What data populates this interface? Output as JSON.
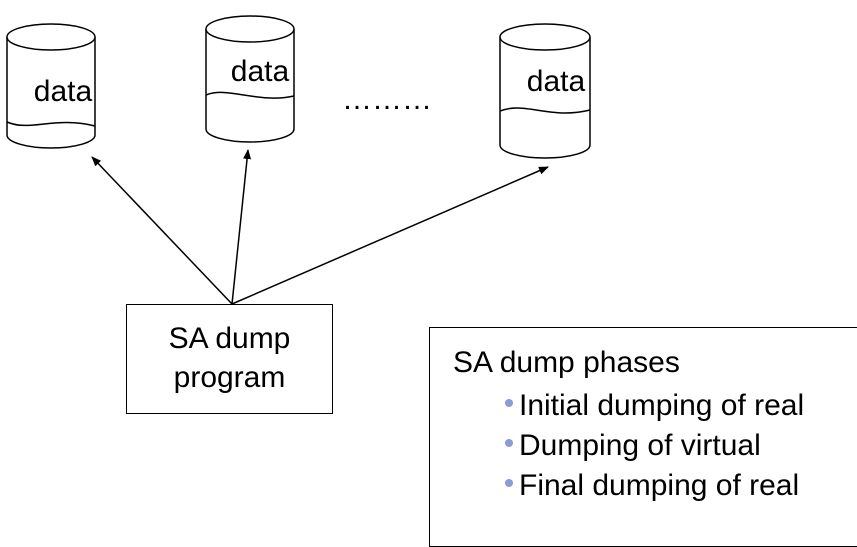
{
  "databases": [
    {
      "label": "data"
    },
    {
      "label": "data"
    },
    {
      "label": "data"
    }
  ],
  "ellipsis": "………",
  "program": {
    "line1": "SA dump",
    "line2": "program"
  },
  "phases": {
    "title": "SA dump phases",
    "items": [
      "Initial dumping of real",
      "Dumping of virtual",
      "Final dumping of real"
    ]
  },
  "colors": {
    "stroke": "#000000",
    "bullet": "#8a9bd6",
    "background": "#ffffff"
  }
}
